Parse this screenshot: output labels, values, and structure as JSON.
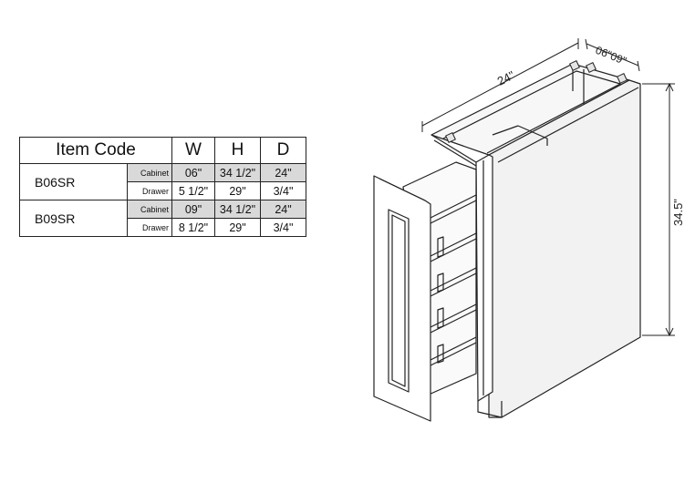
{
  "table": {
    "headers": [
      "Item Code",
      "W",
      "H",
      "D"
    ],
    "rows": [
      {
        "code": "B06SR",
        "type": "Cabinet",
        "w": "06\"",
        "h": "34 1/2\"",
        "d": "24\""
      },
      {
        "code": "B06SR",
        "type": "Drawer",
        "w": "5 1/2\"",
        "h": "29\"",
        "d": "3/4\""
      },
      {
        "code": "B09SR",
        "type": "Cabinet",
        "w": "09\"",
        "h": "34 1/2\"",
        "d": "24\""
      },
      {
        "code": "B09SR",
        "type": "Drawer",
        "w": "8 1/2\"",
        "h": "29\"",
        "d": "3/4\""
      }
    ]
  },
  "dimensions": {
    "depth": "24\"",
    "width": "06\"09\"",
    "height": "34.5\""
  }
}
